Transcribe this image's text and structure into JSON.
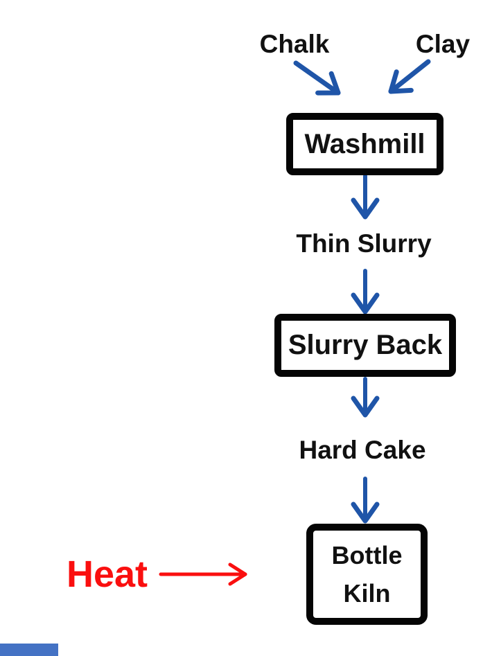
{
  "diagram": {
    "type": "flowchart",
    "inputs": {
      "chalk": "Chalk",
      "clay": "Clay"
    },
    "flow": {
      "washmill": "Washmill",
      "thin_slurry": "Thin Slurry",
      "slurry_back": "Slurry Back",
      "hard_cake": "Hard Cake",
      "bottle_kiln": {
        "line1": "Bottle",
        "line2": "Kiln"
      }
    },
    "heat_input": {
      "label": "Heat"
    },
    "colors": {
      "background": "#ffffff",
      "flow_arrow_blue": "#1f55a8",
      "heat_red": "#fa0f0f",
      "box_border_black": "#050505",
      "text_black": "#111111",
      "bottom_bar_blue": "#4472c4"
    }
  }
}
